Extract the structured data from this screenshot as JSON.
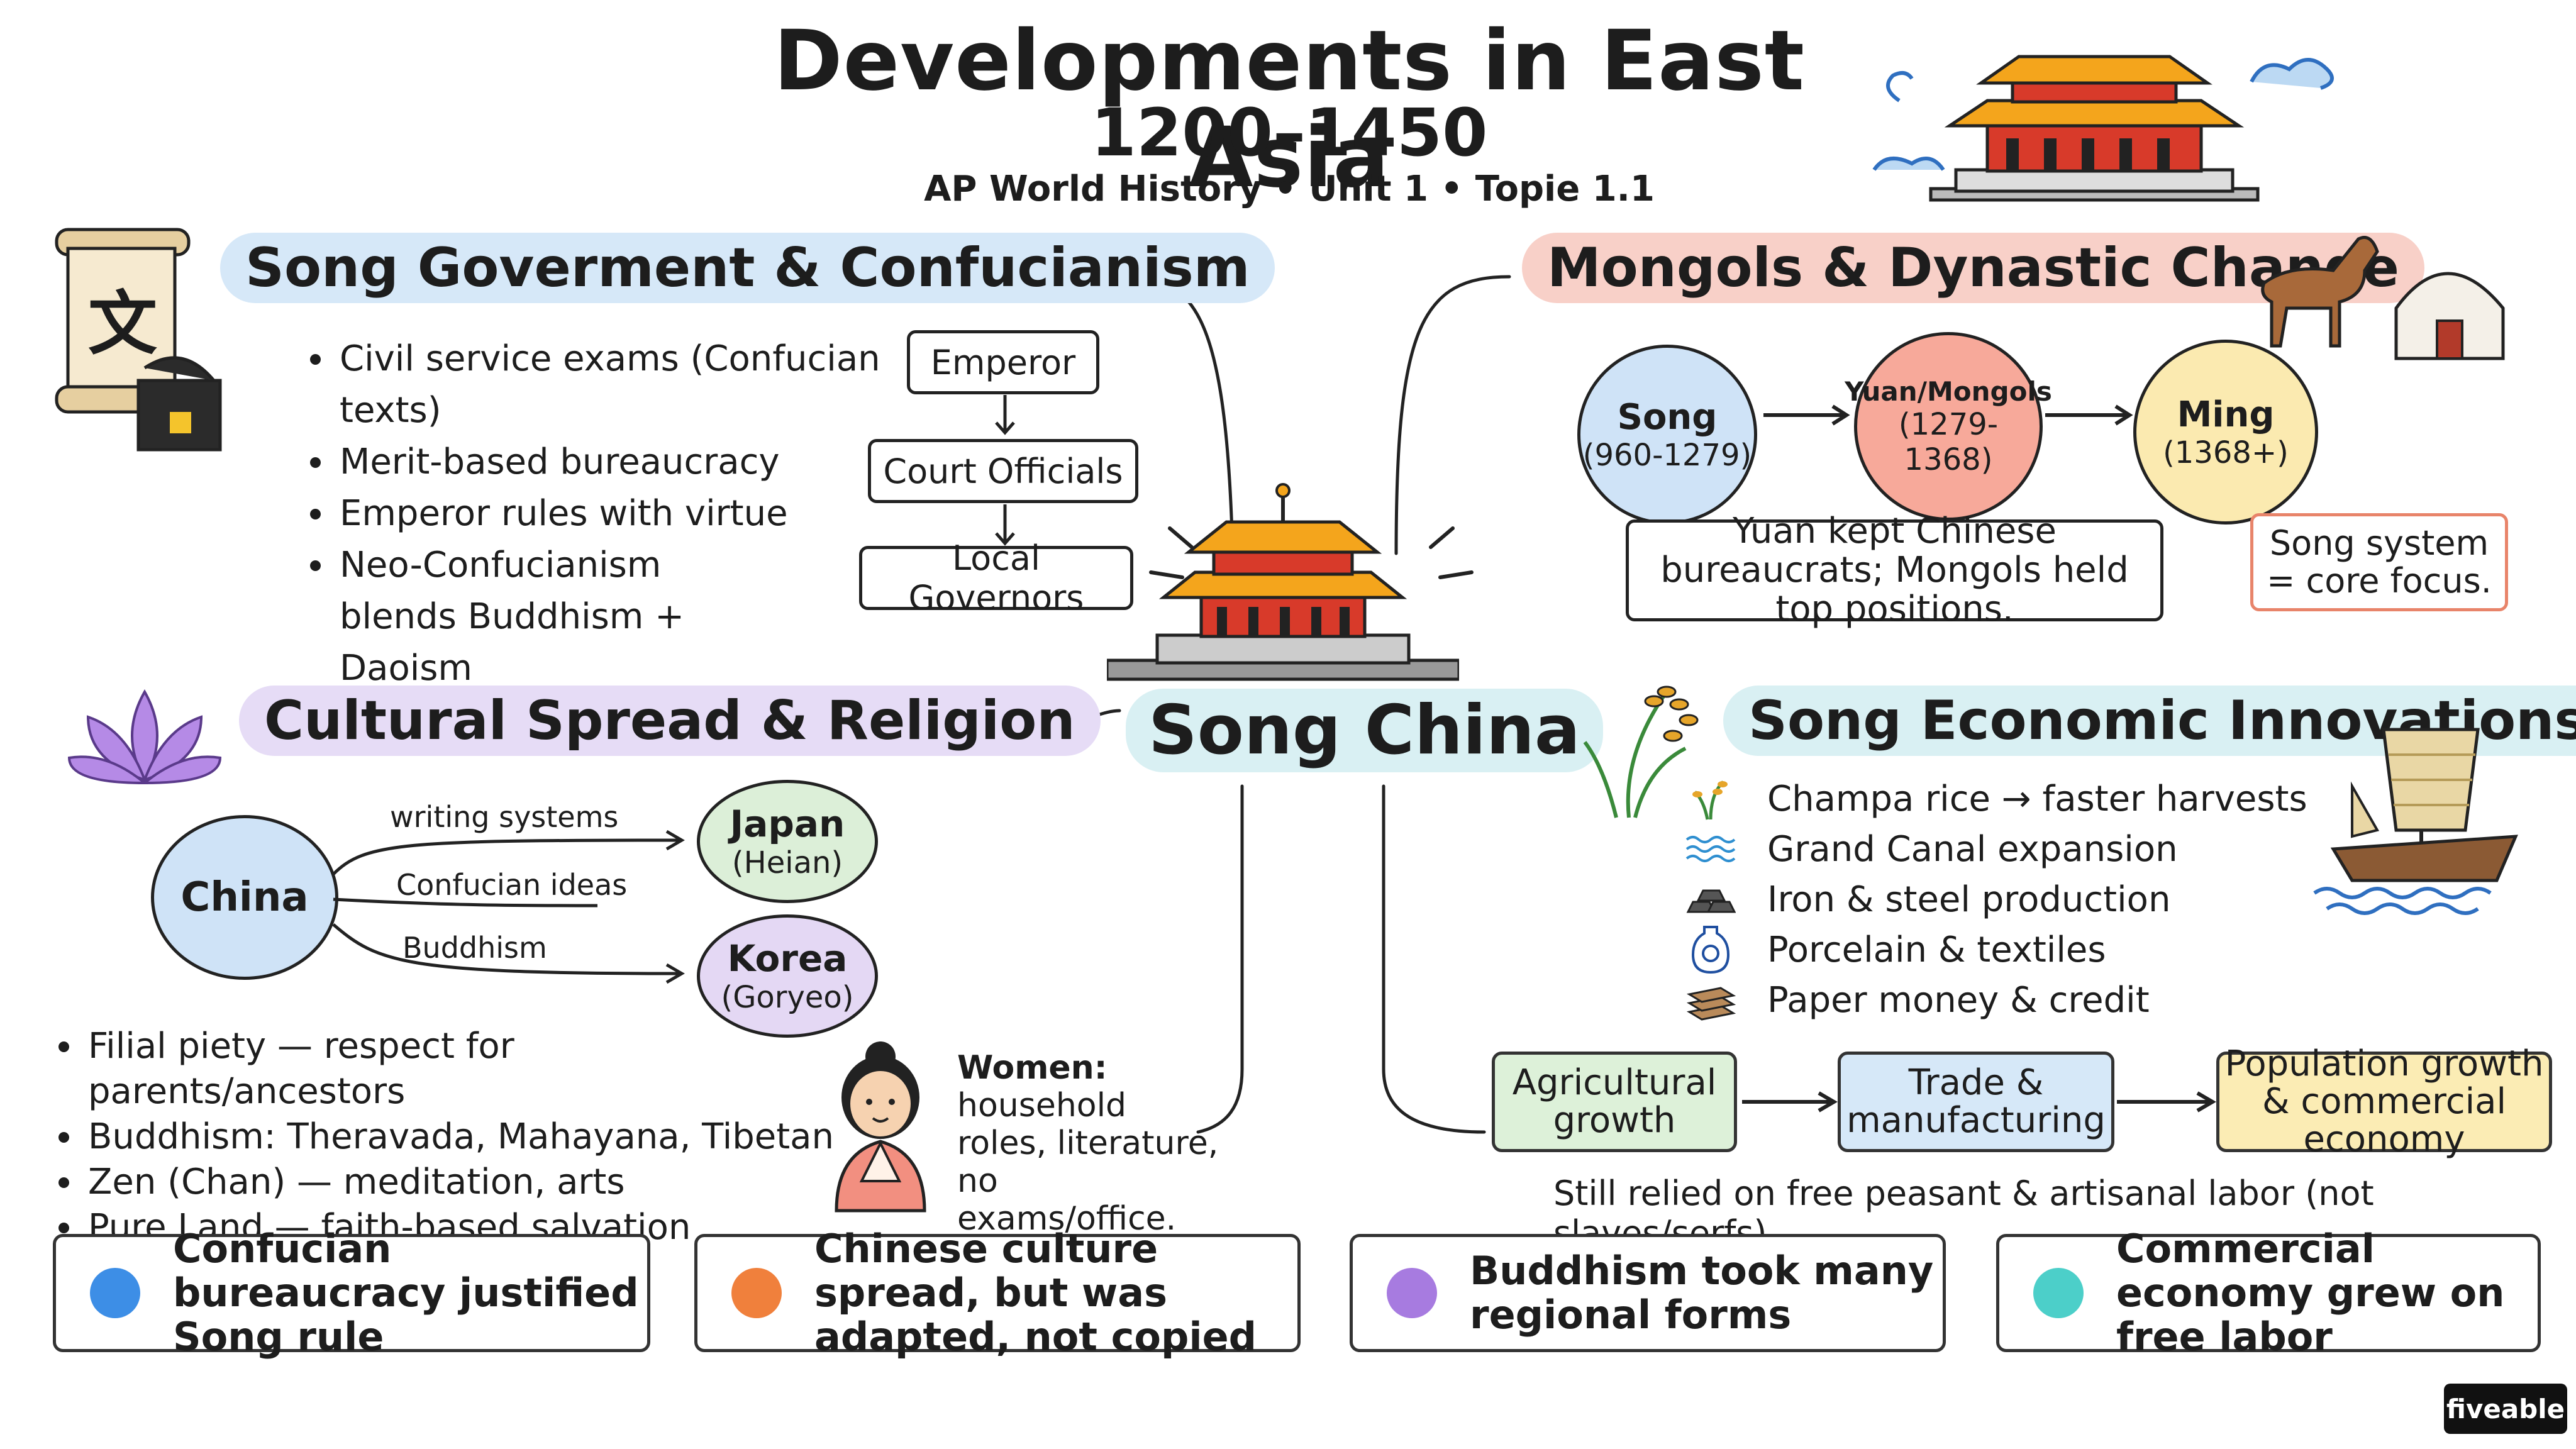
{
  "header": {
    "title": "Developments in East Asia",
    "years": "1200–1450",
    "subtitle": "AP World History • Unit 1 • Topie 1.1"
  },
  "center": {
    "label": "Song China"
  },
  "song_government": {
    "heading": "Song Goverment & Confucianism",
    "scroll_char": "文",
    "bullets": [
      "Civil service exams (Confucian texts)",
      "Merit-based bureaucracy",
      "Emperor rules with virtue",
      "Neo-Confucianism blends Buddhism + Daoism"
    ],
    "hierarchy": [
      "Emperor",
      "Court Officials",
      "Local Governors"
    ]
  },
  "mongols": {
    "heading": "Mongols & Dynastic Change",
    "dynasties": [
      {
        "name": "Song",
        "dates": "(960-1279)",
        "color": "#cfe3f7"
      },
      {
        "name": "Yuan/Mongols",
        "dates": "(1279-1368)",
        "color": "#f7a99a"
      },
      {
        "name": "Ming",
        "dates": "(1368+)",
        "color": "#fbeab0"
      }
    ],
    "note_yuan": "Yuan kept Chinese bureaucrats; Mongols held top positions.",
    "note_focus": "Song system = core focus."
  },
  "cultural": {
    "heading": "Cultural Spread & Religion",
    "source": "China",
    "targets": [
      {
        "name": "Japan",
        "sub": "(Heian)",
        "color": "#dcefd8"
      },
      {
        "name": "Korea",
        "sub": "(Goryeo)",
        "color": "#e4d8f4"
      }
    ],
    "spread_labels": [
      "writing systems",
      "Confucian ideas",
      "Buddhism"
    ],
    "bullets": [
      "Filial piety — respect for parents/ancestors",
      "Buddhism: Theravada, Mahayana, Tibetan",
      "Zen (Chan) — meditation, arts",
      "Pure Land — faith-based salvation"
    ],
    "women_label": "Women:",
    "women_text": "household roles, literature, no exams/office."
  },
  "economy": {
    "heading": "Song Economic Innovations",
    "items": [
      {
        "icon": "rice-icon",
        "text": "Champa rice → faster harvests"
      },
      {
        "icon": "canal-waves-icon",
        "text": "Grand Canal expansion"
      },
      {
        "icon": "iron-ingots-icon",
        "text": "Iron & steel production"
      },
      {
        "icon": "porcelain-vase-icon",
        "text": "Porcelain & textiles"
      },
      {
        "icon": "paper-money-icon",
        "text": "Paper money & credit"
      }
    ],
    "flow": [
      {
        "label": "Agricultural growth",
        "color": "#ddf1d9"
      },
      {
        "label": "Trade & manufacturing",
        "color": "#d6e8f8"
      },
      {
        "label": "Population growth & commercial economy",
        "color": "#fbecb4"
      }
    ],
    "labor_note": "Still relied on free peasant & artisanal labor (not slaves/serfs)."
  },
  "takeaways": [
    {
      "text": "Confucian bureaucracy justified Song rule",
      "color": "#3d8ee6"
    },
    {
      "text": "Chinese culture spread, but was adapted, not copied",
      "color": "#f0803c"
    },
    {
      "text": "Buddhism took many regional forms",
      "color": "#a77be0"
    },
    {
      "text": "Commercial economy grew on free labor",
      "color": "#4ccfc9"
    }
  ],
  "brand": "fiveable"
}
